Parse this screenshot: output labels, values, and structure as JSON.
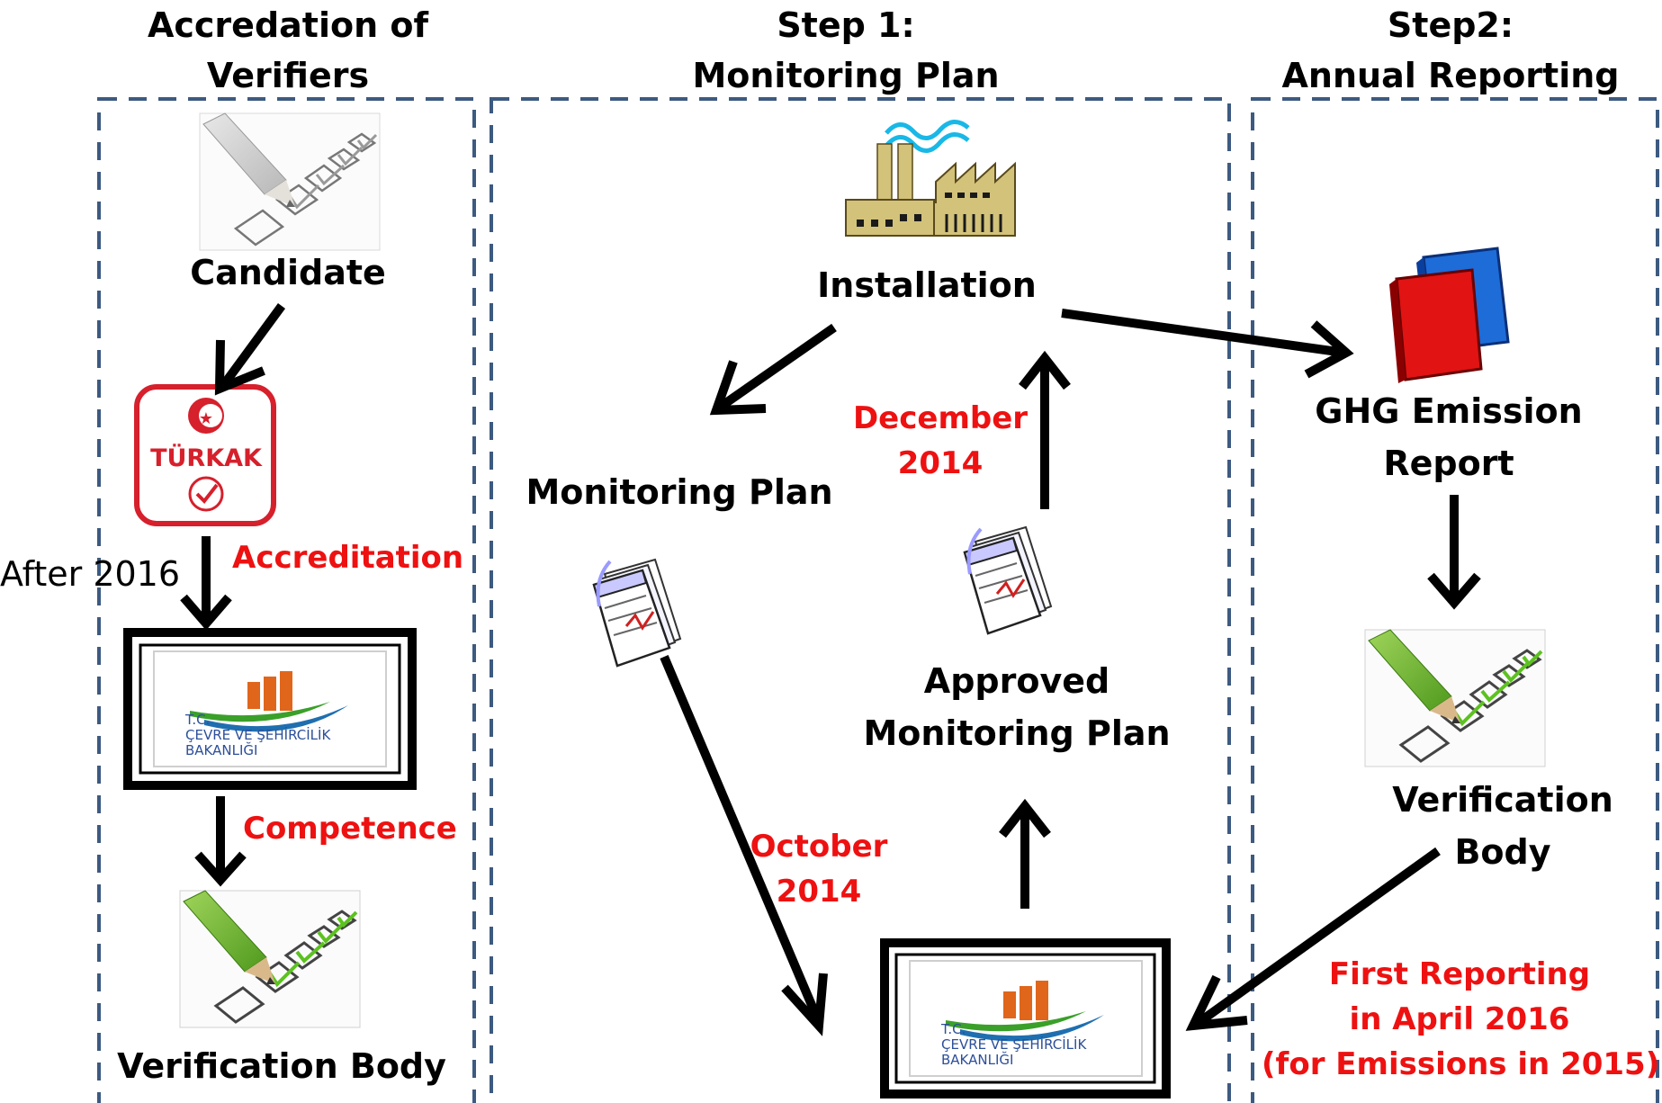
{
  "sections": {
    "accreditation": {
      "title_line1": "Accredation of",
      "title_line2": "Verifiers"
    },
    "step1": {
      "title_line1": "Step 1:",
      "title_line2": "Monitoring Plan"
    },
    "step2": {
      "title_line1": "Step2:",
      "title_line2": "Annual Reporting"
    }
  },
  "nodes": {
    "candidate": "Candidate",
    "turkak_logo": "TÜRKAK",
    "ministry_logo_line1": "T.C.",
    "ministry_logo_line2": "ÇEVRE VE ŞEHİRCİLİK",
    "ministry_logo_line3": "BAKANLIĞI",
    "verification_body_left": "Verification Body",
    "installation": "Installation",
    "monitoring_plan": "Monitoring Plan",
    "approved_line1": "Approved",
    "approved_line2": "Monitoring Plan",
    "ghg_line1": "GHG Emission",
    "ghg_line2": "Report",
    "vb_right_line1": "Verification",
    "vb_right_line2": "Body"
  },
  "edge_labels": {
    "after_2016": "After 2016",
    "accreditation": "Accreditation",
    "competence": "Competence",
    "december_line1": "December",
    "december_line2": "2014",
    "october_line1": "October",
    "october_line2": "2014",
    "first_reporting_line1": "First Reporting",
    "first_reporting_line2": "in April 2016",
    "first_reporting_line3": "(for Emissions in 2015)"
  },
  "colors": {
    "dashed_border": "#3d5a80",
    "emphasis_red": "#ee1111",
    "arrow": "#000000"
  }
}
